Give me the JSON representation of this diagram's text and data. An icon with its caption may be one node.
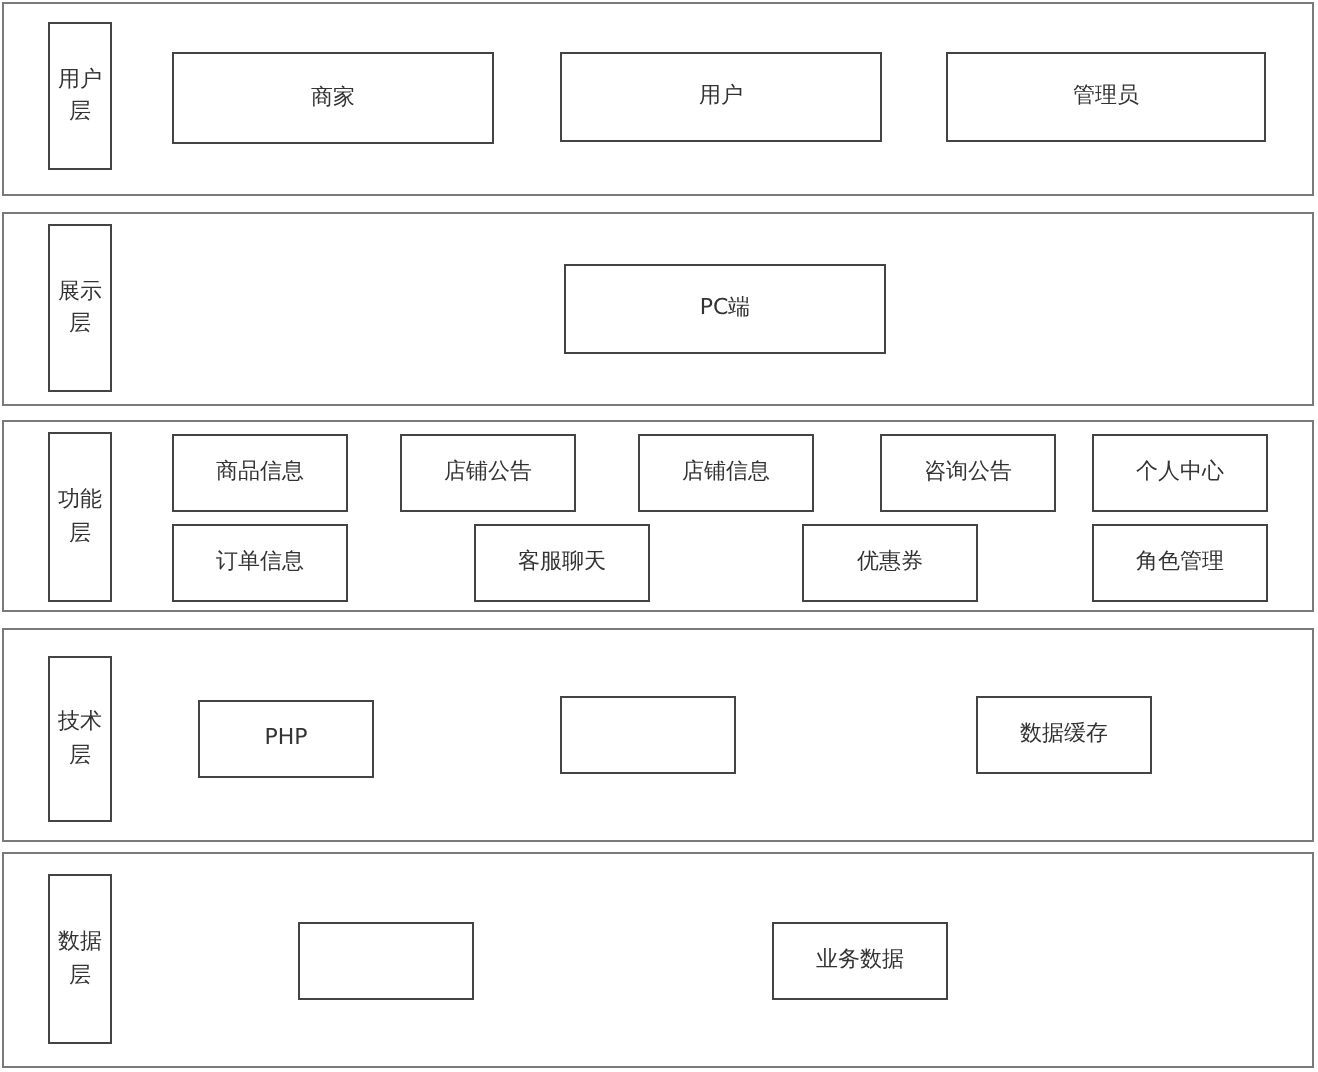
{
  "diagram": {
    "nodes": [
      {
        "text": [],
        "shape": "box"
      },
      {
        "text": [
          "用户层"
        ],
        "in": 0
      },
      {
        "text": [
          "商家"
        ],
        "in": 0
      },
      {
        "text": [
          "用户"
        ],
        "in": 0
      },
      {
        "text": [
          "管理员"
        ],
        "in": 0
      },
      {
        "text": [],
        "shape": "box"
      },
      {
        "text": [
          "展示层"
        ],
        "in": 5
      },
      {
        "text": [
          "PC端"
        ],
        "in": 5
      },
      {
        "text": [],
        "shape": "box"
      },
      {
        "text": [
          "功能层"
        ],
        "in": 8
      },
      {
        "text": [
          "商品信息"
        ],
        "in": 8
      },
      {
        "text": [
          "店铺公告"
        ],
        "in": 8
      },
      {
        "text": [
          "店铺信息"
        ],
        "in": 8
      },
      {
        "text": [
          "咨询公告"
        ],
        "in": 8
      },
      {
        "text": [
          "个人中心"
        ],
        "in": 8
      },
      {
        "text": [
          "订单信息"
        ],
        "in": 8
      },
      {
        "text": [
          "客服聊天"
        ],
        "in": 8
      },
      {
        "text": [
          "优惠券"
        ],
        "in": 8
      },
      {
        "text": [
          "角色管理"
        ],
        "in": 8
      },
      {
        "text": [],
        "shape": "box"
      },
      {
        "text": [
          "技术层"
        ],
        "in": 19
      },
      {
        "text": [
          "PHP"
        ],
        "in": 19
      },
      {
        "text": [],
        "shape": "box",
        "in": 19
      },
      {
        "text": [
          "数据缓存"
        ],
        "in": 19
      },
      {
        "text": [],
        "shape": "box"
      },
      {
        "text": [
          "数据层"
        ],
        "in": 24
      },
      {
        "text": [],
        "shape": "box",
        "in": 24
      },
      {
        "text": [
          "业务数据"
        ],
        "in": 24
      }
    ]
  }
}
